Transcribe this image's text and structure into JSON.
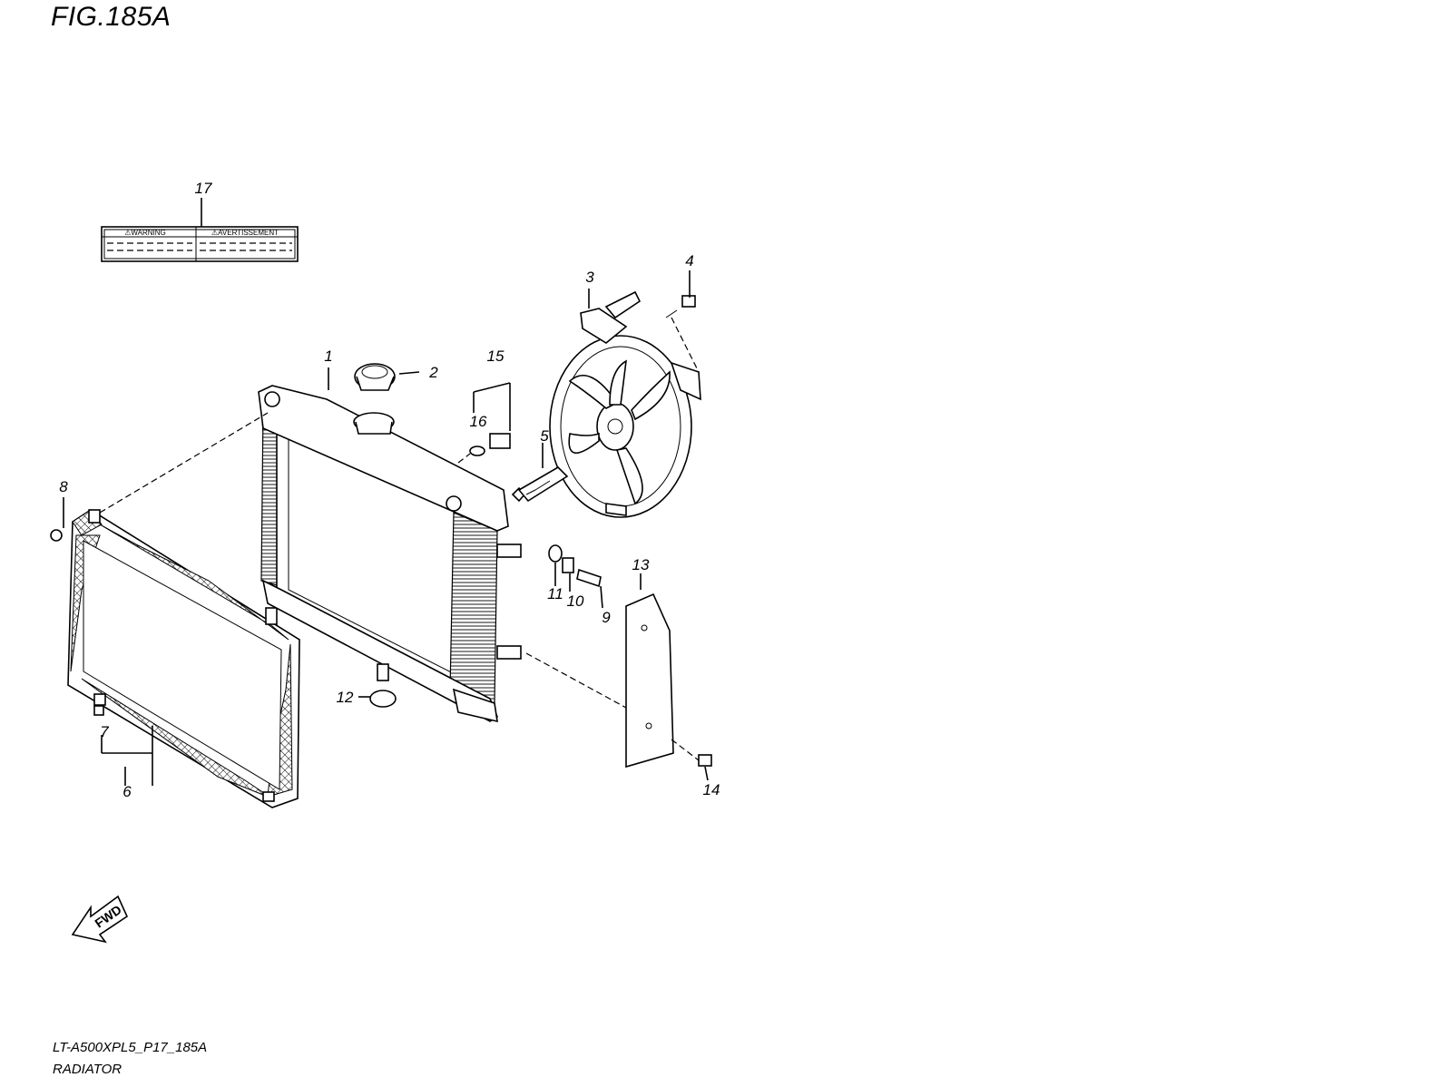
{
  "figure_title": "FIG.185A",
  "footer": {
    "model_code": "LT-A500XPL5_P17_185A",
    "section_name": "RADIATOR"
  },
  "warning_label": {
    "left_heading": "⚠WARNING",
    "right_heading": "⚠AVERTISSEMENT"
  },
  "fwd_arrow": "FWD",
  "callouts": [
    "1",
    "2",
    "3",
    "4",
    "5",
    "6",
    "7",
    "8",
    "9",
    "10",
    "11",
    "12",
    "13",
    "14",
    "15",
    "16",
    "17"
  ]
}
